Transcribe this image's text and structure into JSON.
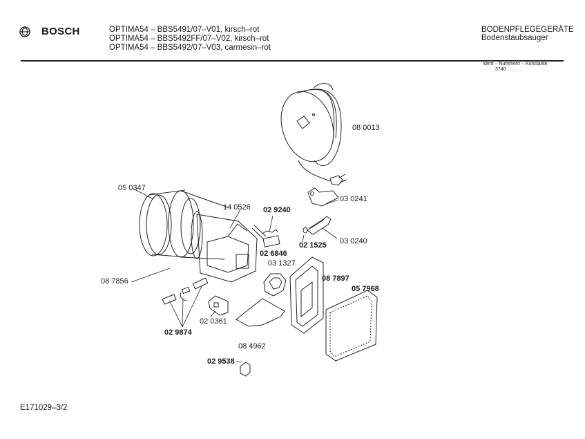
{
  "header": {
    "brand": "BOSCH",
    "logo_icon": "bosch-armature-icon",
    "models": [
      "OPTIMA54 – BBS5491/07–V01, kirsch–rot",
      "OPTIMA54 – BBS5492FF/07–V02, kirsch–rot",
      "OPTIMA54 – BBS5492/07–V03, carmesin–rot"
    ],
    "category": "BODENPFLEGEGERÄTE",
    "subcategory": "Bodenstaubsauger",
    "ident_label": "Ident – Nummern – Konstante",
    "ident_value": "3740 . .   . . . ."
  },
  "parts": [
    {
      "id": "cord-reel",
      "number": "08 0013",
      "bold": false
    },
    {
      "id": "bracket",
      "number": "03 0241",
      "bold": false
    },
    {
      "id": "motor-housing-front",
      "number": "05 0347",
      "bold": false
    },
    {
      "id": "motor",
      "number": "14 0526",
      "bold": false
    },
    {
      "id": "spring-clip",
      "number": "02 9240",
      "bold": true
    },
    {
      "id": "small-ring",
      "number": "02 1525",
      "bold": true
    },
    {
      "id": "holder",
      "number": "03 0240",
      "bold": false
    },
    {
      "id": "capacitor",
      "number": "02 6846",
      "bold": true
    },
    {
      "id": "bearing-cap",
      "number": "03 1327",
      "bold": false
    },
    {
      "id": "motor-housing-rear",
      "number": "08 7856",
      "bold": false
    },
    {
      "id": "filter-frame",
      "number": "08 7897",
      "bold": true
    },
    {
      "id": "filter",
      "number": "05 7968",
      "bold": true
    },
    {
      "id": "carbon-brushes",
      "number": "02 9874",
      "bold": true
    },
    {
      "id": "circuit-board",
      "number": "02 0361",
      "bold": false
    },
    {
      "id": "seal-plate",
      "number": "08 4962",
      "bold": false
    },
    {
      "id": "clip",
      "number": "02 9538",
      "bold": true
    }
  ],
  "footer": {
    "document_id": "E171029–3/2"
  }
}
